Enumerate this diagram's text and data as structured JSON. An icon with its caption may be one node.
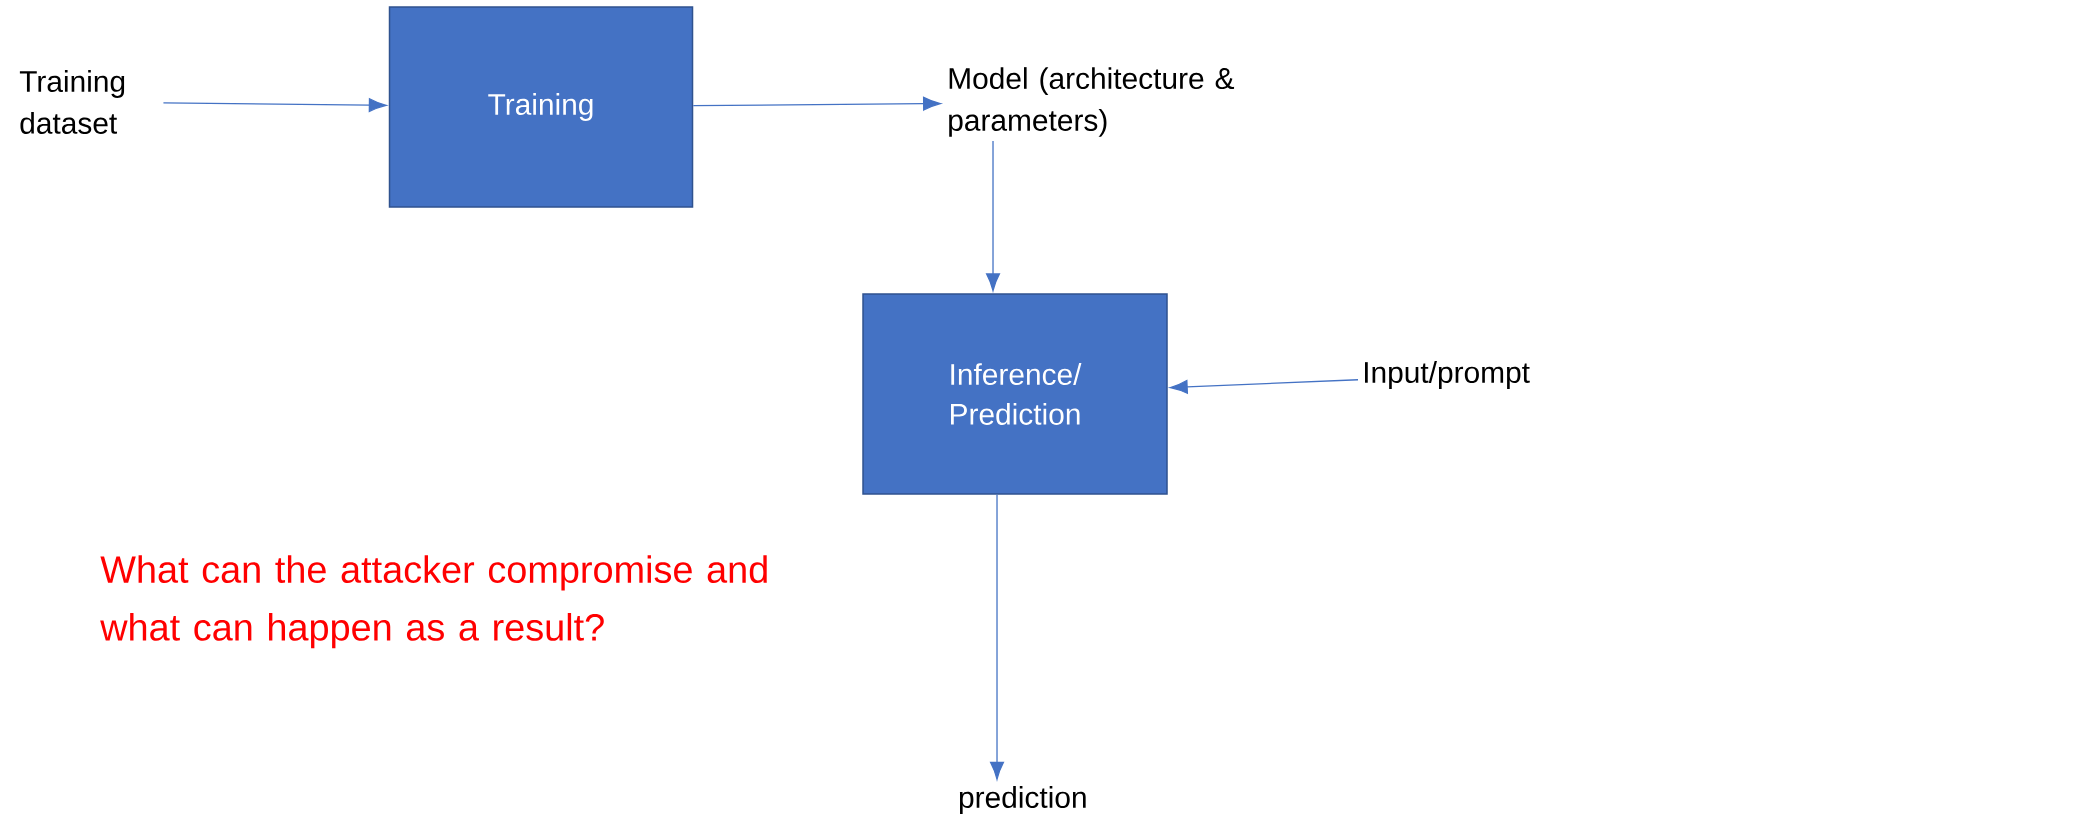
{
  "diagram": {
    "nodes": [
      {
        "text": [
          "Training dataset"
        ]
      },
      {
        "text": [
          "Training"
        ]
      },
      {
        "text": [
          "Model (architecture & parameters)"
        ]
      },
      {
        "text": [
          "Inference/ Prediction"
        ]
      },
      {
        "text": [
          "Input/prompt"
        ]
      },
      {
        "text": [
          "prediction"
        ]
      }
    ],
    "edges": [
      {
        "from": 0,
        "to": 1,
        "arrow": "to"
      },
      {
        "from": 1,
        "to": 2,
        "arrow": "to"
      },
      {
        "from": 2,
        "to": 3,
        "arrow": "to"
      },
      {
        "from": 4,
        "to": 3,
        "arrow": "to"
      },
      {
        "from": 3,
        "to": 5,
        "arrow": "to"
      }
    ],
    "labels": [
      "What can the attacker compromise and what can happen as a result?"
    ]
  }
}
